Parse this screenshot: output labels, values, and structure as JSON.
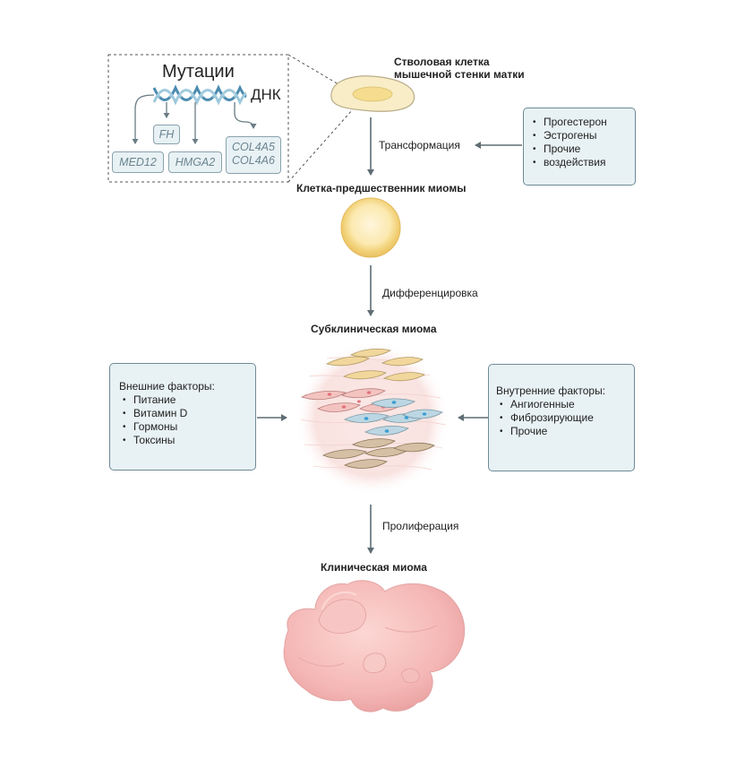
{
  "mutations": {
    "title": "Мутации",
    "dna_label": "ДНК",
    "genes": {
      "fh": "FH",
      "med12": "MED12",
      "hmga2": "HMGA2",
      "col4a5": "COL4A5",
      "col4a6": "COL4A6"
    }
  },
  "stages": {
    "stem_cell_line1": "Стволовая клетка",
    "stem_cell_line2": "мышечной стенки матки",
    "precursor": "Клетка-предшественник миомы",
    "subclinical": "Субклиническая миома",
    "clinical": "Клиническая миома"
  },
  "transitions": {
    "transformation": "Трансформация",
    "differentiation": "Дифференцировка",
    "proliferation": "Пролиферация"
  },
  "hormones_box": {
    "items": [
      "Прогестерон",
      "Эстрогены",
      "Прочие",
      "воздействия"
    ]
  },
  "external_box": {
    "title": "Внешние факторы:",
    "items": [
      "Питание",
      "Витамин D",
      "Гормоны",
      "Токсины"
    ]
  },
  "internal_box": {
    "title": "Внутренние факторы:",
    "items": [
      "Ангиогенные",
      "Фиброзирующие",
      "Прочие"
    ]
  },
  "colors": {
    "arrow": "#5f6d74",
    "box_fill": "#e8f1f4",
    "box_border": "#6e8a96",
    "cell_yellow": "#f6e6b4",
    "tumor_pink": "#f4b9b8"
  }
}
